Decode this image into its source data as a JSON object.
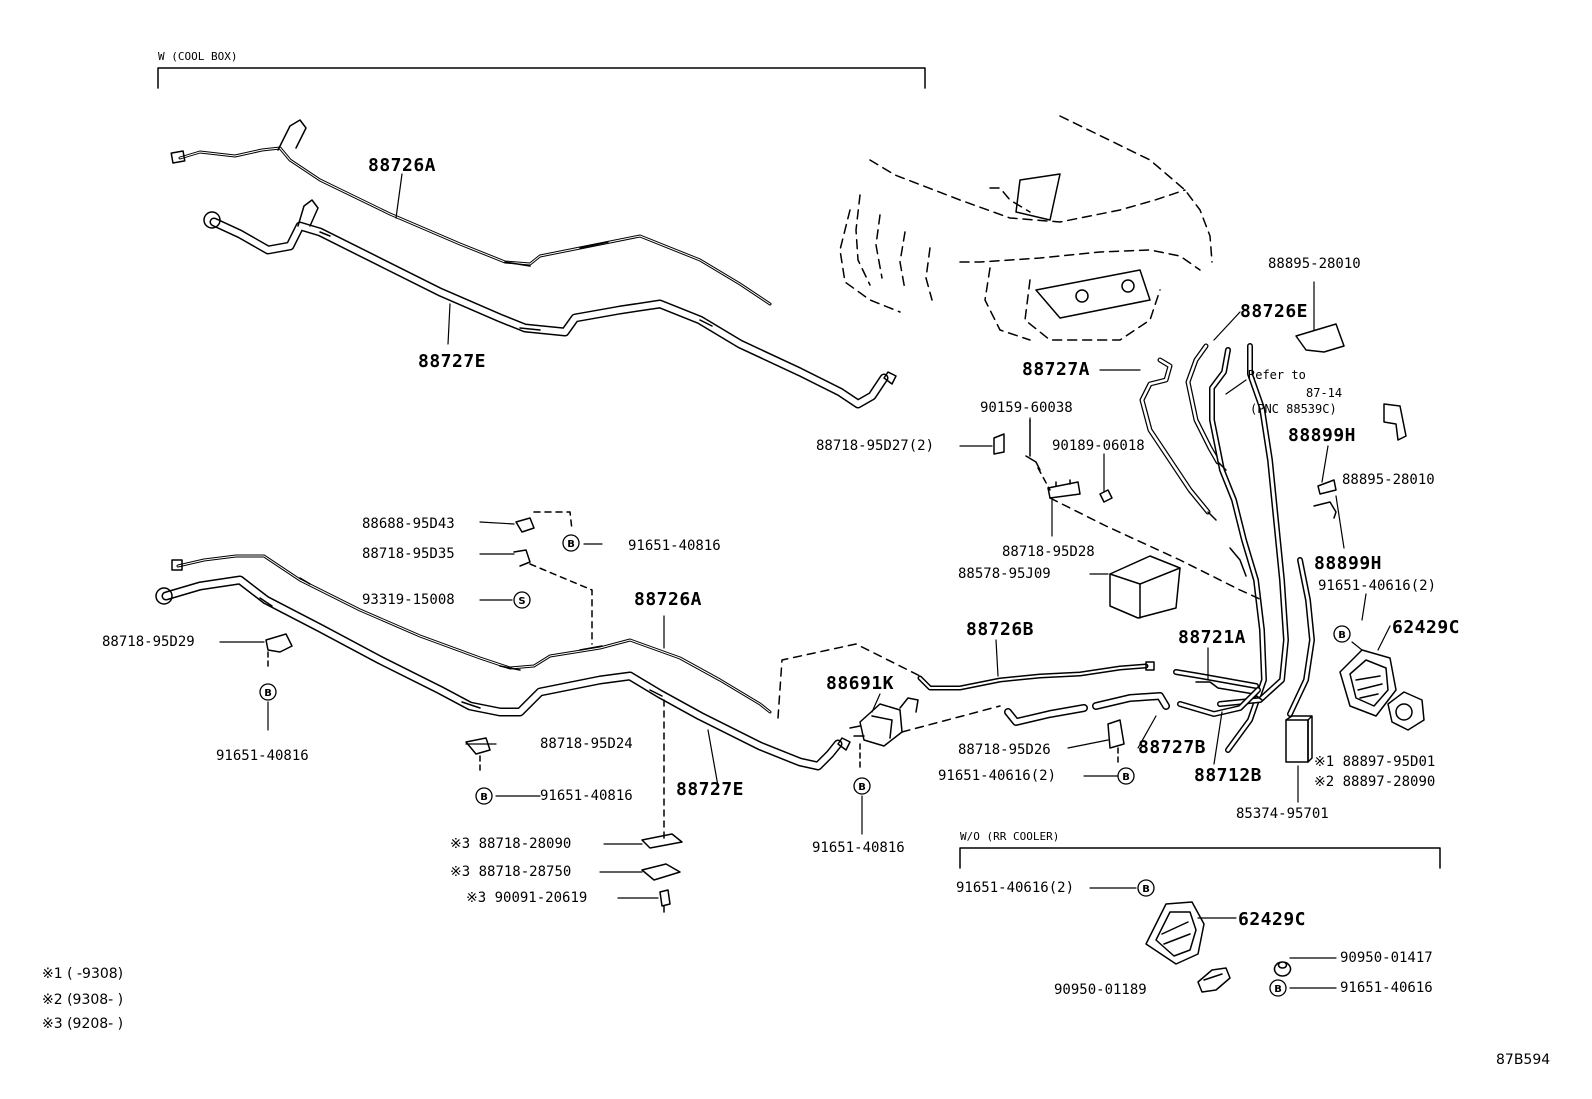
{
  "sections": {
    "cool_box": "W (COOL BOX)",
    "rr_cooler": "W/O (RR COOLER)"
  },
  "refer": {
    "line1": "Refer to",
    "line2": "87-14",
    "line3": "(PNC 88539C)"
  },
  "badges": {
    "b": "B",
    "s": "S"
  },
  "footnotes": [
    "※1 (      -9308)",
    "※2 (9308-      )",
    "※3 (9208-      )"
  ],
  "figure_code": "87B594",
  "labels": {
    "p88726A_top": "88726A",
    "p88727E_top": "88727E",
    "p88727A": "88727A",
    "p88726E": "88726E",
    "p88895_28010_a": "88895-28010",
    "p88895_28010_b": "88895-28010",
    "p90159_60038": "90159-60038",
    "p88718_95D27": "88718-95D27(2)",
    "p90189_06018": "90189-06018",
    "p88899H_a": "88899H",
    "p88899H_b": "88899H",
    "p88718_95D28": "88718-95D28",
    "p88578_95J09": "88578-95J09",
    "p91651_40616_2_a": "91651-40616(2)",
    "p62429C_a": "62429C",
    "p88688_95D43": "88688-95D43",
    "p91651_40816_a": "91651-40816",
    "p88718_95D35": "88718-95D35",
    "p93319_15008": "93319-15008",
    "p88726A_mid": "88726A",
    "p88718_95D29": "88718-95D29",
    "p91651_40816_b": "91651-40816",
    "p88726B": "88726B",
    "p88721A": "88721A",
    "p88691K": "88691K",
    "p88718_95D24": "88718-95D24",
    "p91651_40816_c": "91651-40816",
    "p88727E_mid": "88727E",
    "p88718_95D26": "88718-95D26",
    "p88727B": "88727B",
    "p91651_40616_2_b": "91651-40616(2)",
    "p88712B": "88712B",
    "p88897_95D01": "※1 88897-95D01",
    "p88897_28090": "※2 88897-28090",
    "p85374_95701": "85374-95701",
    "p91651_40816_d": "91651-40816",
    "p88718_28090": "※3 88718-28090",
    "p88718_28750": "※3 88718-28750",
    "p90091_20619": "※3 90091-20619",
    "p91651_40616_2_c": "91651-40616(2)",
    "p62429C_b": "62429C",
    "p90950_01417": "90950-01417",
    "p90950_01189": "90950-01189",
    "p91651_40616": "91651-40616"
  }
}
